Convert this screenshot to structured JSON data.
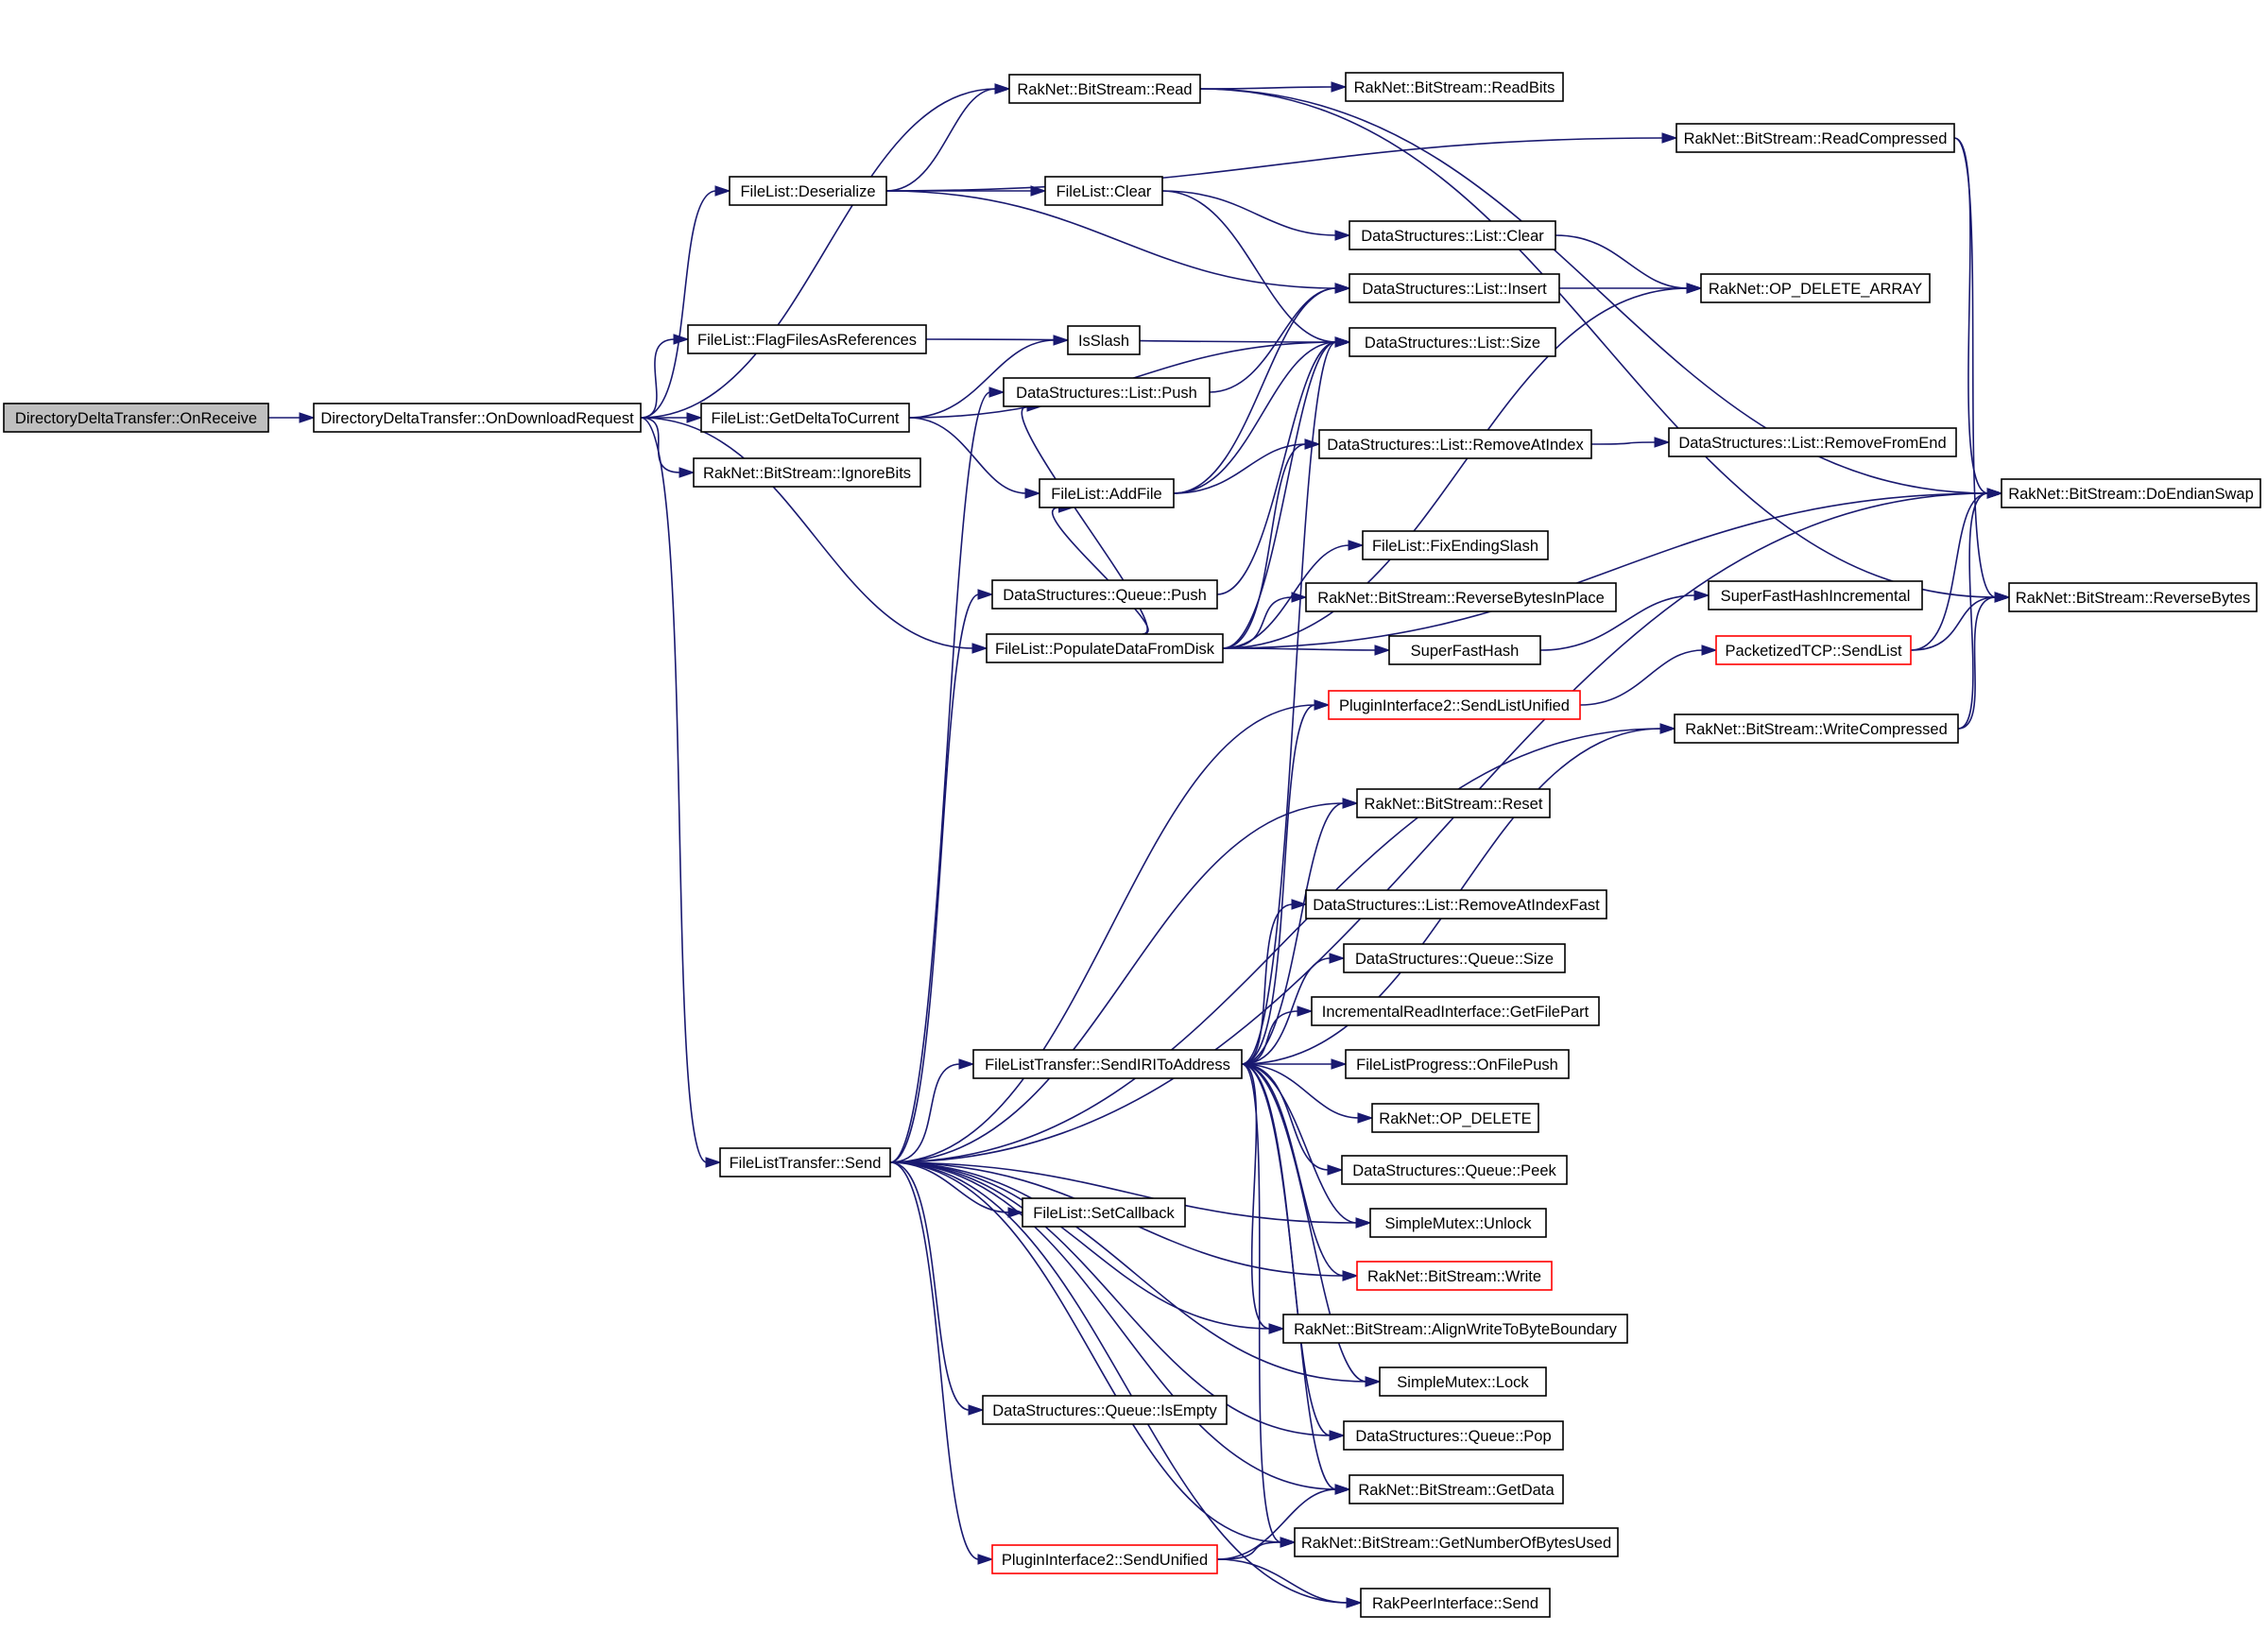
{
  "graph": {
    "title": "",
    "colors": {
      "edge": "#191970",
      "node_border": "#000000",
      "truncated_border": "#ff0000",
      "root_fill": "#bfbfbf",
      "node_fill": "#ffffff"
    },
    "nodes": [
      {
        "id": "onreceive",
        "label": "DirectoryDeltaTransfer::OnReceive",
        "root": true
      },
      {
        "id": "ondownload",
        "label": "DirectoryDeltaTransfer::OnDownloadRequest"
      },
      {
        "id": "deserialize",
        "label": "FileList::Deserialize"
      },
      {
        "id": "flagfiles",
        "label": "FileList::FlagFilesAsReferences"
      },
      {
        "id": "getdelta",
        "label": "FileList::GetDeltaToCurrent"
      },
      {
        "id": "ignorebits",
        "label": "RakNet::BitStream::IgnoreBits"
      },
      {
        "id": "flsend",
        "label": "FileListTransfer::Send"
      },
      {
        "id": "read",
        "label": "RakNet::BitStream::Read"
      },
      {
        "id": "readbits",
        "label": "RakNet::BitStream::ReadBits"
      },
      {
        "id": "readcomp",
        "label": "RakNet::BitStream::ReadCompressed"
      },
      {
        "id": "flclear",
        "label": "FileList::Clear"
      },
      {
        "id": "dslclear",
        "label": "DataStructures::List::Clear"
      },
      {
        "id": "dslinsert",
        "label": "DataStructures::List::Insert"
      },
      {
        "id": "opdelarr",
        "label": "RakNet::OP_DELETE_ARRAY"
      },
      {
        "id": "isslash",
        "label": "IsSlash"
      },
      {
        "id": "dslsize",
        "label": "DataStructures::List::Size"
      },
      {
        "id": "dslpush",
        "label": "DataStructures::List::Push"
      },
      {
        "id": "addfile",
        "label": "FileList::AddFile"
      },
      {
        "id": "removeatindex",
        "label": "DataStructures::List::RemoveAtIndex"
      },
      {
        "id": "removefromend",
        "label": "DataStructures::List::RemoveFromEnd"
      },
      {
        "id": "doendian",
        "label": "RakNet::BitStream::DoEndianSwap"
      },
      {
        "id": "fixslash",
        "label": "FileList::FixEndingSlash"
      },
      {
        "id": "qpush",
        "label": "DataStructures::Queue::Push"
      },
      {
        "id": "revinplace",
        "label": "RakNet::BitStream::ReverseBytesInPlace"
      },
      {
        "id": "sfhinc",
        "label": "SuperFastHashIncremental"
      },
      {
        "id": "revbytes",
        "label": "RakNet::BitStream::ReverseBytes"
      },
      {
        "id": "populate",
        "label": "FileList::PopulateDataFromDisk"
      },
      {
        "id": "sfh",
        "label": "SuperFastHash"
      },
      {
        "id": "ptcpsend",
        "label": "PacketizedTCP::SendList",
        "truncated": true
      },
      {
        "id": "sendlistunified",
        "label": "PluginInterface2::SendListUnified",
        "truncated": true
      },
      {
        "id": "writecomp",
        "label": "RakNet::BitStream::WriteCompressed"
      },
      {
        "id": "reset",
        "label": "RakNet::BitStream::Reset"
      },
      {
        "id": "removefast",
        "label": "DataStructures::List::RemoveAtIndexFast"
      },
      {
        "id": "qsize",
        "label": "DataStructures::Queue::Size"
      },
      {
        "id": "getfilepart",
        "label": "IncrementalReadInterface::GetFilePart"
      },
      {
        "id": "sendiri",
        "label": "FileListTransfer::SendIRIToAddress"
      },
      {
        "id": "onfilepush",
        "label": "FileListProgress::OnFilePush"
      },
      {
        "id": "opdelete",
        "label": "RakNet::OP_DELETE"
      },
      {
        "id": "qpeek",
        "label": "DataStructures::Queue::Peek"
      },
      {
        "id": "unlock",
        "label": "SimpleMutex::Unlock"
      },
      {
        "id": "setcallback",
        "label": "FileList::SetCallback"
      },
      {
        "id": "write",
        "label": "RakNet::BitStream::Write",
        "truncated": true
      },
      {
        "id": "align",
        "label": "RakNet::BitStream::AlignWriteToByteBoundary"
      },
      {
        "id": "lock",
        "label": "SimpleMutex::Lock"
      },
      {
        "id": "qisempty",
        "label": "DataStructures::Queue::IsEmpty"
      },
      {
        "id": "qpop",
        "label": "DataStructures::Queue::Pop"
      },
      {
        "id": "getdata",
        "label": "RakNet::BitStream::GetData"
      },
      {
        "id": "getnumbytes",
        "label": "RakNet::BitStream::GetNumberOfBytesUsed"
      },
      {
        "id": "sendunified",
        "label": "PluginInterface2::SendUnified",
        "truncated": true
      },
      {
        "id": "rpsend",
        "label": "RakPeerInterface::Send"
      }
    ],
    "edges": [
      [
        "onreceive",
        "ondownload"
      ],
      [
        "ondownload",
        "read"
      ],
      [
        "ondownload",
        "deserialize"
      ],
      [
        "ondownload",
        "flagfiles"
      ],
      [
        "ondownload",
        "getdelta"
      ],
      [
        "ondownload",
        "ignorebits"
      ],
      [
        "ondownload",
        "populate"
      ],
      [
        "ondownload",
        "flsend"
      ],
      [
        "deserialize",
        "read"
      ],
      [
        "deserialize",
        "readcomp"
      ],
      [
        "deserialize",
        "flclear"
      ],
      [
        "deserialize",
        "dslinsert"
      ],
      [
        "read",
        "readbits"
      ],
      [
        "read",
        "doendian"
      ],
      [
        "read",
        "revbytes"
      ],
      [
        "readcomp",
        "doendian"
      ],
      [
        "readcomp",
        "revbytes"
      ],
      [
        "flclear",
        "dslclear"
      ],
      [
        "flclear",
        "dslsize"
      ],
      [
        "dslclear",
        "opdelarr"
      ],
      [
        "dslinsert",
        "opdelarr"
      ],
      [
        "flagfiles",
        "dslsize"
      ],
      [
        "getdelta",
        "isslash"
      ],
      [
        "getdelta",
        "dslsize"
      ],
      [
        "getdelta",
        "addfile"
      ],
      [
        "dslpush",
        "dslinsert"
      ],
      [
        "addfile",
        "dslinsert"
      ],
      [
        "addfile",
        "dslsize"
      ],
      [
        "addfile",
        "removeatindex"
      ],
      [
        "removeatindex",
        "removefromend"
      ],
      [
        "qpush",
        "dslsize"
      ],
      [
        "populate",
        "dslpush"
      ],
      [
        "populate",
        "dslsize"
      ],
      [
        "populate",
        "addfile"
      ],
      [
        "populate",
        "opdelarr"
      ],
      [
        "populate",
        "removeatindex"
      ],
      [
        "populate",
        "fixslash"
      ],
      [
        "populate",
        "revinplace"
      ],
      [
        "populate",
        "sfh"
      ],
      [
        "populate",
        "doendian"
      ],
      [
        "sfh",
        "sfhinc"
      ],
      [
        "sendlistunified",
        "ptcpsend"
      ],
      [
        "ptcpsend",
        "doendian"
      ],
      [
        "ptcpsend",
        "revbytes"
      ],
      [
        "writecomp",
        "doendian"
      ],
      [
        "writecomp",
        "revbytes"
      ],
      [
        "flsend",
        "dslpush"
      ],
      [
        "flsend",
        "qpush"
      ],
      [
        "flsend",
        "doendian"
      ],
      [
        "flsend",
        "sendlistunified"
      ],
      [
        "flsend",
        "writecomp"
      ],
      [
        "flsend",
        "reset"
      ],
      [
        "flsend",
        "sendiri"
      ],
      [
        "flsend",
        "unlock"
      ],
      [
        "flsend",
        "setcallback"
      ],
      [
        "flsend",
        "write"
      ],
      [
        "flsend",
        "align"
      ],
      [
        "flsend",
        "lock"
      ],
      [
        "flsend",
        "qisempty"
      ],
      [
        "flsend",
        "qpop"
      ],
      [
        "flsend",
        "getdata"
      ],
      [
        "flsend",
        "getnumbytes"
      ],
      [
        "flsend",
        "sendunified"
      ],
      [
        "flsend",
        "rpsend"
      ],
      [
        "sendiri",
        "dslsize"
      ],
      [
        "sendiri",
        "sendlistunified"
      ],
      [
        "sendiri",
        "writecomp"
      ],
      [
        "sendiri",
        "reset"
      ],
      [
        "sendiri",
        "removefast"
      ],
      [
        "sendiri",
        "qsize"
      ],
      [
        "sendiri",
        "getfilepart"
      ],
      [
        "sendiri",
        "onfilepush"
      ],
      [
        "sendiri",
        "opdelete"
      ],
      [
        "sendiri",
        "qpeek"
      ],
      [
        "sendiri",
        "unlock"
      ],
      [
        "sendiri",
        "write"
      ],
      [
        "sendiri",
        "align"
      ],
      [
        "sendiri",
        "lock"
      ],
      [
        "sendiri",
        "qpop"
      ],
      [
        "sendiri",
        "getdata"
      ],
      [
        "sendiri",
        "getnumbytes"
      ],
      [
        "sendunified",
        "getdata"
      ],
      [
        "sendunified",
        "getnumbytes"
      ],
      [
        "sendunified",
        "rpsend"
      ]
    ]
  }
}
